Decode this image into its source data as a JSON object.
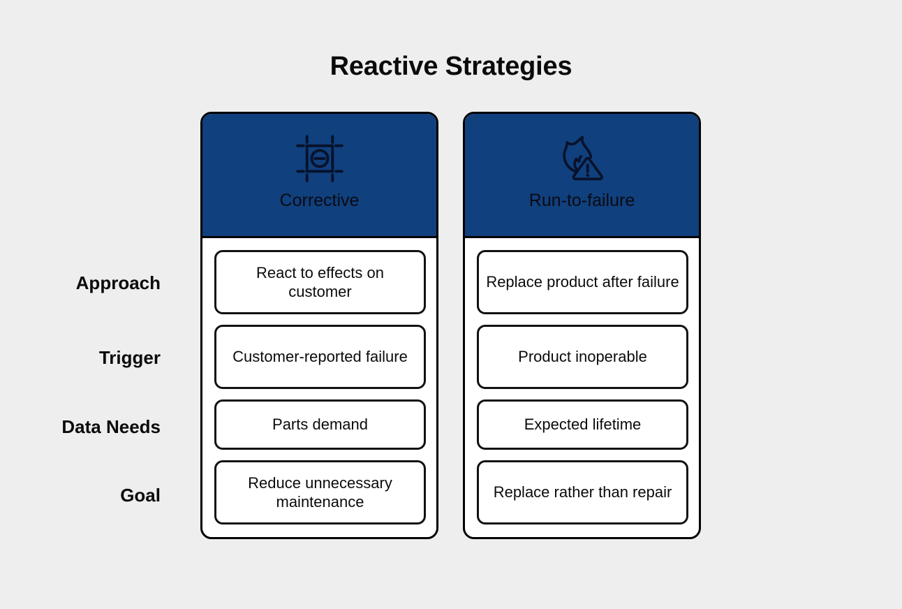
{
  "page": {
    "title": "Reactive Strategies",
    "background_color": "#eeeeee",
    "accent_color": "#10407d"
  },
  "row_labels": [
    {
      "id": "approach",
      "label": "Approach"
    },
    {
      "id": "trigger",
      "label": "Trigger"
    },
    {
      "id": "data-needs",
      "label": "Data Needs"
    },
    {
      "id": "goal",
      "label": "Goal"
    }
  ],
  "columns": [
    {
      "id": "corrective",
      "title": "Corrective",
      "icon": "crop-minus-icon",
      "cells": {
        "approach": "React to effects on customer",
        "trigger": "Customer-reported failure",
        "data_needs": "Parts demand",
        "goal": "Reduce unnecessary maintenance"
      }
    },
    {
      "id": "run-to-failure",
      "title": "Run-to-failure",
      "icon": "fire-warning-icon",
      "cells": {
        "approach": "Replace product after failure",
        "trigger": "Product inoperable",
        "data_needs": "Expected lifetime",
        "goal": "Replace rather than repair"
      }
    }
  ]
}
